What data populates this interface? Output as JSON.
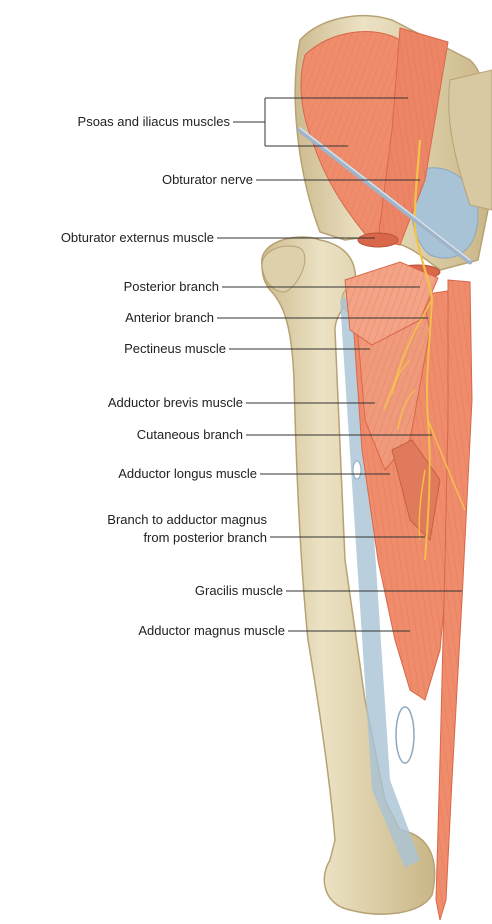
{
  "colors": {
    "bone": "#e3d7b6",
    "bone_shade": "#c6b48a",
    "muscle": "#ef8c6c",
    "muscle_dark": "#d9674a",
    "nerve": "#f2c34a",
    "ligament": "#a9c3d6",
    "leader": "#333333"
  },
  "labels": {
    "psoas": "Psoas and iliacus muscles",
    "obturator_nerve": "Obturator nerve",
    "obturator_externus": "Obturator externus muscle",
    "posterior_branch": "Posterior branch",
    "anterior_branch": "Anterior branch",
    "pectineus": "Pectineus muscle",
    "adductor_brevis": "Adductor brevis muscle",
    "cutaneous": "Cutaneous branch",
    "adductor_longus": "Adductor longus muscle",
    "branch_magnus_1": "Branch to adductor magnus",
    "branch_magnus_2": "from posterior branch",
    "gracilis": "Gracilis muscle",
    "adductor_magnus": "Adductor magnus muscle"
  }
}
